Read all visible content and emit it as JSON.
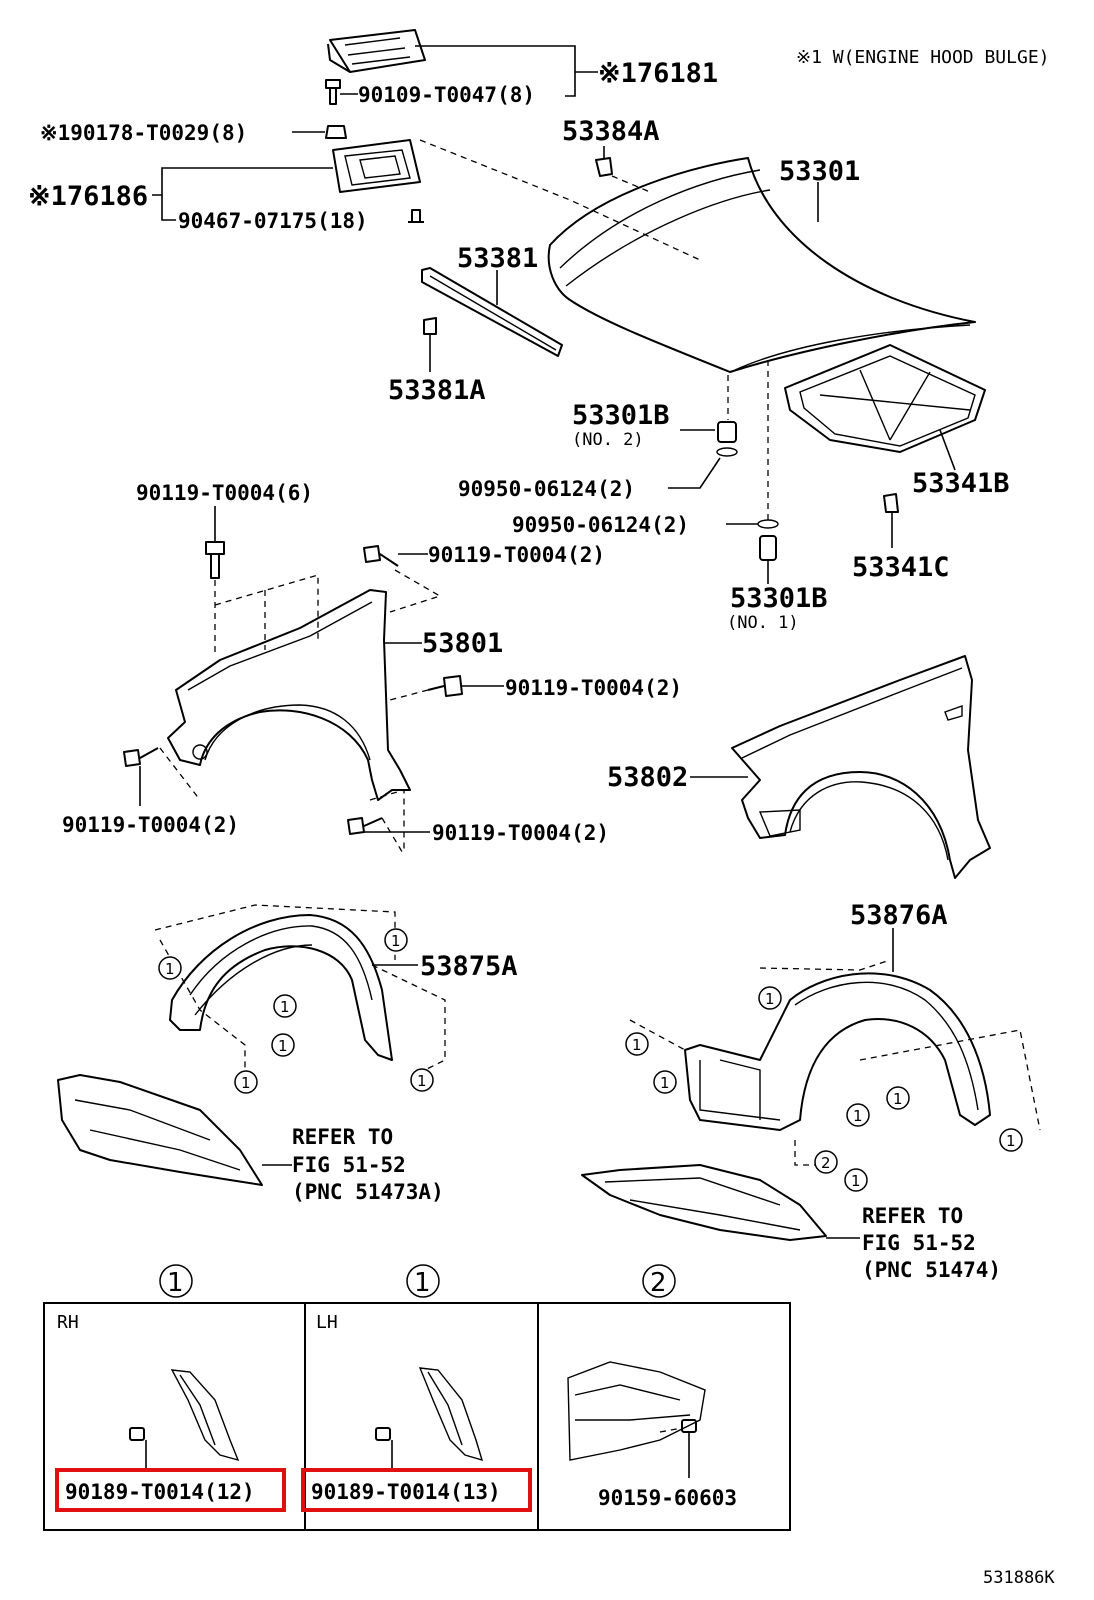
{
  "note": "※1 W(ENGINE HOOD BULGE)",
  "ref_code": "531886K",
  "parts": {
    "hood_bulge": "※176181",
    "screw_bulge": "90109-T0047(8)",
    "clip_bulge": "※190178-T0029(8)",
    "bulge_seal": "※176186",
    "rivet_bulge": "90467-07175(18)",
    "hood_clip": "53384A",
    "hood": "53301",
    "seal_strip": "53381",
    "strip_clip": "53381A",
    "cushion_no2": "53301B",
    "cushion_no2_sub": "(NO. 2)",
    "washer_a": "90950-06124(2)",
    "washer_b": "90950-06124(2)",
    "insulator": "53341B",
    "insulator_clip": "53341C",
    "cushion_no1": "53301B",
    "cushion_no1_sub": "(NO. 1)",
    "bolt_top": "90119-T0004(6)",
    "bolt_rear_top": "90119-T0004(2)",
    "fender_rh": "53801",
    "bolt_rear_mid": "90119-T0004(2)",
    "fender_lh": "53802",
    "bolt_front_low": "90119-T0004(2)",
    "bolt_rear_low": "90119-T0004(2)",
    "liner_rh": "53875A",
    "liner_lh": "53876A"
  },
  "refers": {
    "rh_line1": "REFER TO",
    "rh_line2": "FIG 51-52",
    "rh_line3": "(PNC 51473A)",
    "lh_line1": "REFER TO",
    "lh_line2": "FIG 51-52",
    "lh_line3": "(PNC 51474)"
  },
  "callouts": {
    "one": "1",
    "two": "2"
  },
  "detail": {
    "col1_num": "1",
    "col2_num": "1",
    "col3_num": "2",
    "rh_label": "RH",
    "lh_label": "LH",
    "rh_part": "90189-T0014(12)",
    "lh_part": "90189-T0014(13)",
    "clip_part": "90159-60603"
  }
}
